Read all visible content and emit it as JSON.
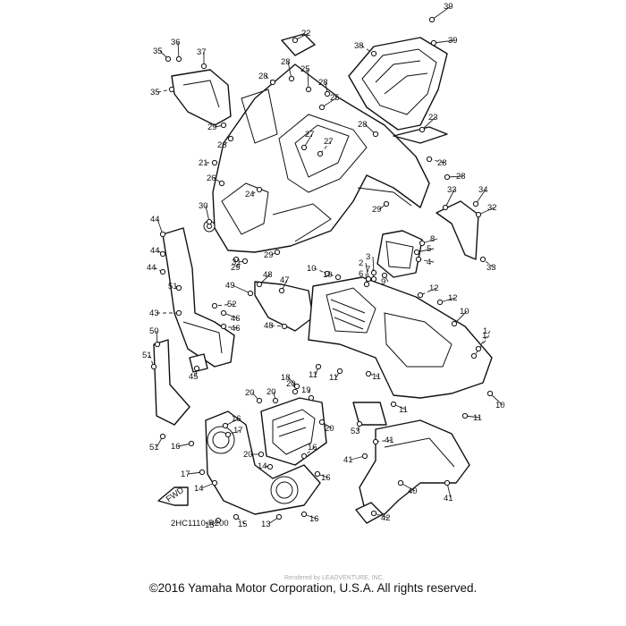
{
  "diagram": {
    "code": "2HC1110-R200",
    "fwd_label": "FWD",
    "watermark": "Rendered by LEADVENTURE, INC.",
    "copyright": "©2016 Yamaha Motor Corporation, U.S.A. All rights reserved.",
    "callouts": [
      "1",
      "2",
      "3",
      "4",
      "5",
      "6",
      "7",
      "8",
      "9",
      "10",
      "11",
      "12",
      "13",
      "14",
      "15",
      "16",
      "17",
      "18",
      "19",
      "20",
      "21",
      "22",
      "23",
      "24",
      "25",
      "26",
      "27",
      "28",
      "29",
      "30",
      "31",
      "32",
      "33",
      "34",
      "35",
      "36",
      "37",
      "38",
      "39",
      "40",
      "41",
      "42",
      "43",
      "44",
      "45",
      "46",
      "47",
      "48",
      "49",
      "50",
      "51",
      "52",
      "53"
    ]
  }
}
